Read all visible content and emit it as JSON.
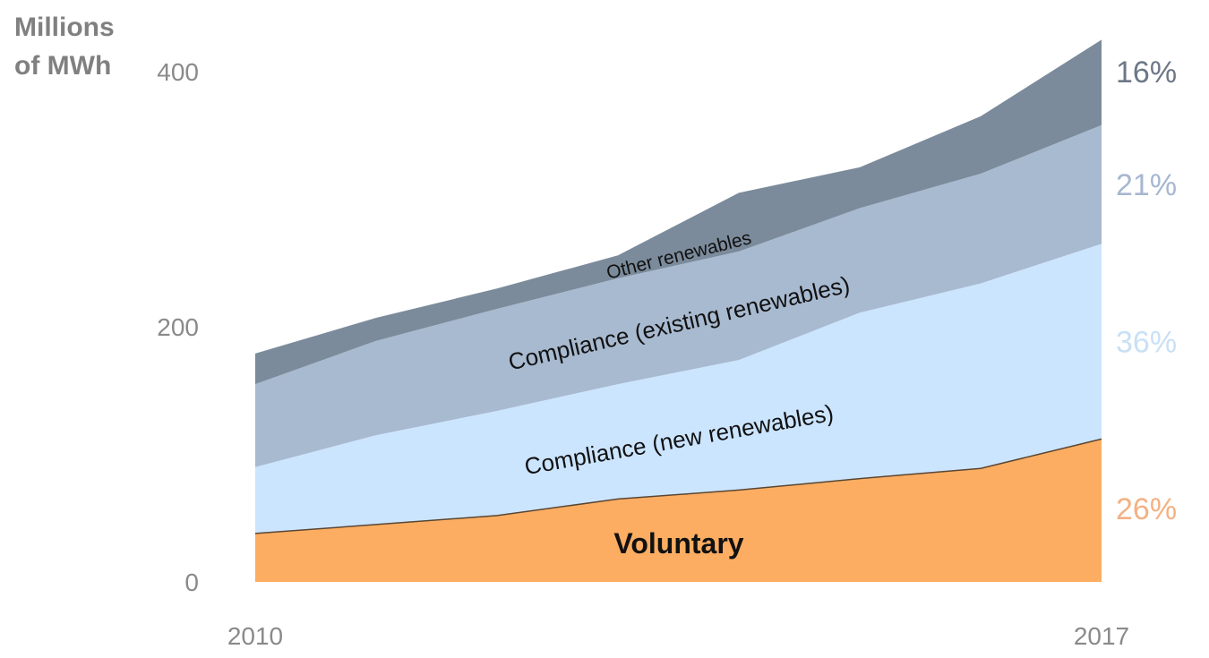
{
  "chart_data": {
    "type": "area",
    "stacked": true,
    "ylabel": "Millions of MWh",
    "ylabel_lines": [
      "Millions",
      "of MWh"
    ],
    "x": [
      2010,
      2011,
      2012,
      2013,
      2014,
      2015,
      2016,
      2017
    ],
    "x_tick_labels": [
      "2010",
      "2017"
    ],
    "ylim": [
      0,
      430
    ],
    "y_ticks": [
      0,
      200,
      400
    ],
    "y_tick_labels": [
      "0",
      "200",
      "400"
    ],
    "grid": false,
    "legend": "none",
    "series": [
      {
        "name": "Voluntary",
        "values": [
          38,
          45,
          52,
          65,
          72,
          81,
          89,
          112
        ],
        "color": "#fcad62",
        "share": "26%",
        "share_color": "#f4b183"
      },
      {
        "name": "Compliance (new renewables)",
        "values": [
          52,
          70,
          82,
          90,
          102,
          130,
          145,
          153
        ],
        "color": "#cce5ff",
        "share": "36%",
        "share_color": "#c9e0f5"
      },
      {
        "name": "Compliance (existing renewables)",
        "values": [
          65,
          74,
          80,
          83,
          85,
          82,
          86,
          93
        ],
        "color": "#a8bad0",
        "share": "21%",
        "share_color": "#a7b7d0"
      },
      {
        "name": "Other renewables",
        "values": [
          24,
          18,
          16,
          18,
          46,
          32,
          45,
          67
        ],
        "color": "#7b8b9b",
        "share": "16%",
        "share_color": "#6d7787"
      }
    ]
  }
}
